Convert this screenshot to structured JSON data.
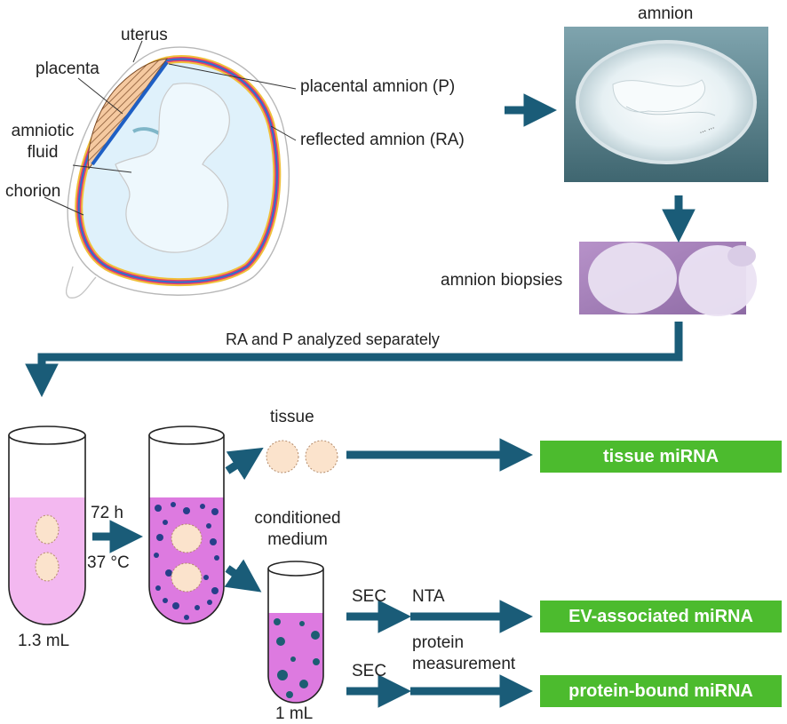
{
  "anatomy": {
    "uterus": "uterus",
    "placenta": "placenta",
    "amniotic_fluid_line1": "amniotic",
    "amniotic_fluid_line2": "fluid",
    "chorion": "chorion",
    "placental_amnion": "placental amnion (P)",
    "reflected_amnion": "reflected amnion (RA)"
  },
  "photos": {
    "amnion": "amnion",
    "amnion_biopsies": "amnion biopsies"
  },
  "flow": {
    "separation_note": "RA and P analyzed separately",
    "tissue": "tissue",
    "incubation_time": "72 h",
    "incubation_temp": "37 °C",
    "start_volume": "1.3 mL",
    "conditioned_line1": "conditioned",
    "conditioned_line2": "medium",
    "medium_volume": "1 mL",
    "sec_1": "SEC",
    "nta": "NTA",
    "sec_2": "SEC",
    "protein_line1": "protein",
    "protein_line2": "measurement"
  },
  "results": {
    "tissue_mirna": "tissue miRNA",
    "ev_mirna": "EV-associated miRNA",
    "protein_mirna": "protein-bound miRNA"
  },
  "colors": {
    "arrow": "#1a5c78",
    "result_green": "#4cbb2e",
    "medium_pink": "#f3b8f0",
    "conditioned_purple": "#dd7ae0",
    "biopsy_disc": "#fbe3cc"
  }
}
